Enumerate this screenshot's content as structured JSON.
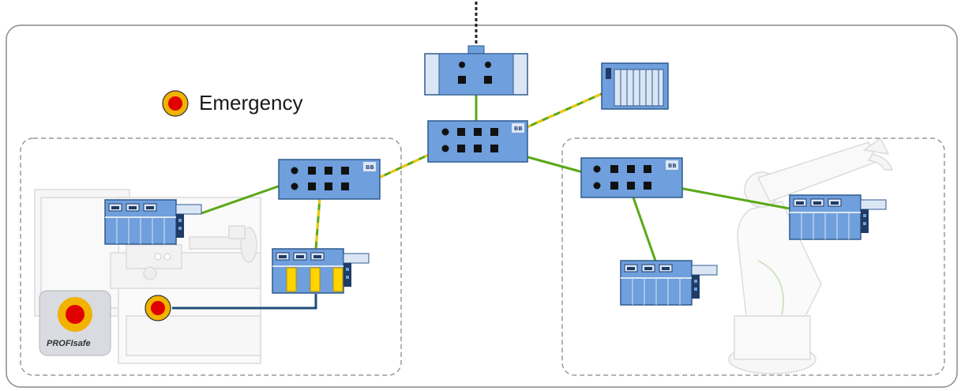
{
  "legend": {
    "label": "Emergency"
  },
  "switch_badge": "BB",
  "profisafe_badge": {
    "label": "PROFIsafe"
  },
  "colors": {
    "device_fill": "#6f9fdc",
    "device_stroke": "#2f5b8f",
    "device_light": "#dbe6f5",
    "link_green": "#5aa817",
    "link_yellow": "#f2c500",
    "safety_line": "#1f4e79",
    "emergency_red": "#e00000",
    "emergency_ring": "#f2b200",
    "zone_border": "#9a9a9a",
    "outer_border": "#8a8a8a",
    "safety_slot": "#ffd400"
  },
  "icons": [
    "emergency-stop-icon",
    "network-switch-icon",
    "io-module-icon",
    "plc-controller-icon",
    "gateway-icon",
    "industrial-robot-icon",
    "lathe-machine-icon"
  ]
}
